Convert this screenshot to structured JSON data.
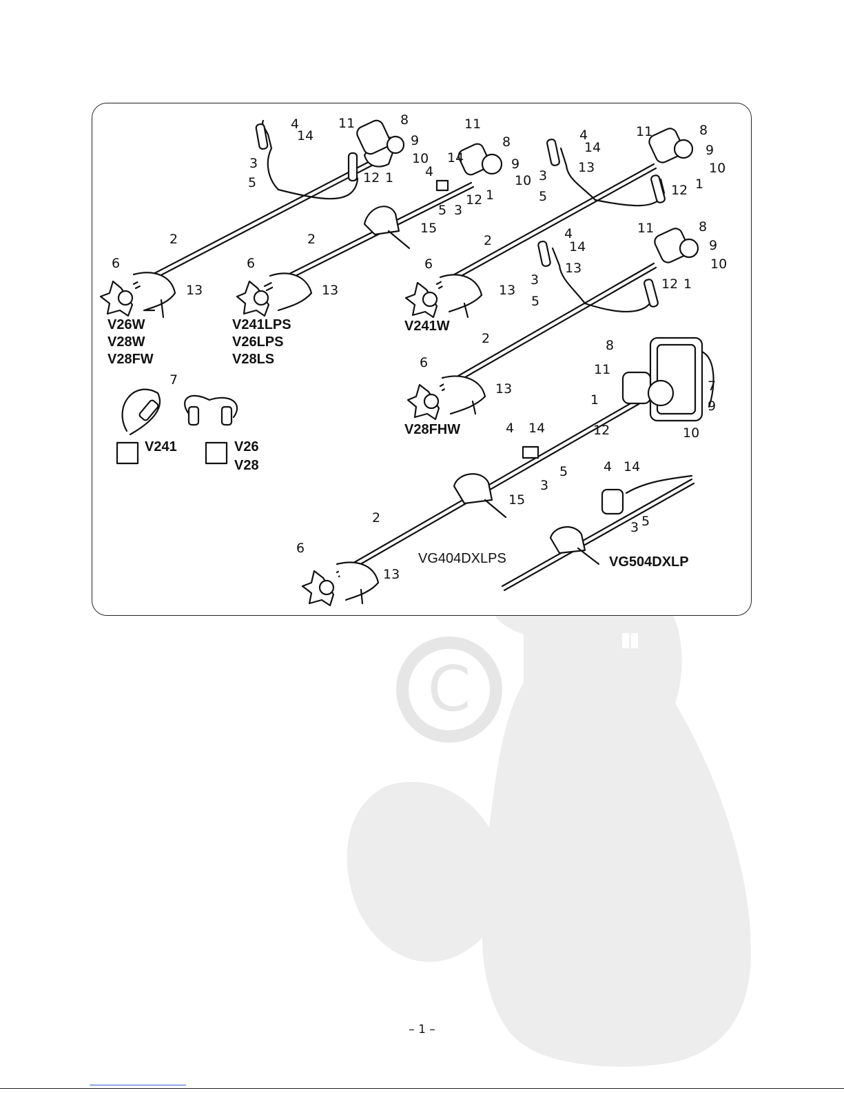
{
  "models": {
    "a_line1": "V26W",
    "a_line2": "V28W",
    "a_line3": "V28FW",
    "b_line1": "V241LPS",
    "b_line2": "V26LPS",
    "b_line3": "V28LS",
    "c": "V241W",
    "d": "V28FHW",
    "e": "VG404DXLPS",
    "f": "VG504DXLP",
    "harness_single": "V241",
    "harness_double_line1": "V26",
    "harness_double_line2": "V28"
  },
  "callouts": [
    "1",
    "2",
    "3",
    "4",
    "5",
    "6",
    "7",
    "8",
    "9",
    "10",
    "11",
    "12",
    "13",
    "14",
    "15"
  ],
  "page_number": "– 1 –",
  "colors": {
    "line": "#111111",
    "watermark": "#ededed",
    "frame": "#222222"
  }
}
